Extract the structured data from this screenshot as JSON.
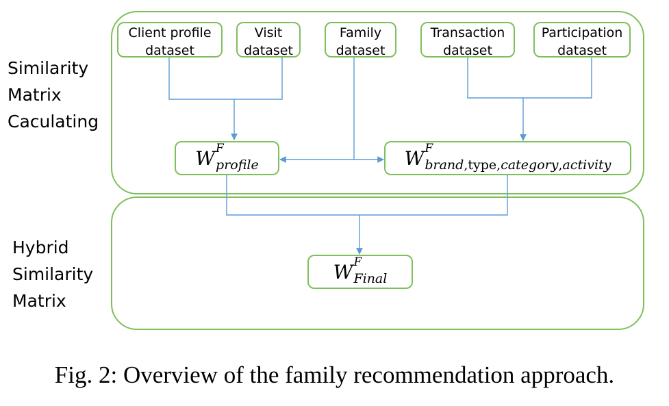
{
  "sections": {
    "similarity": [
      "Similarity",
      "Matrix",
      "Caculating"
    ],
    "hybrid": [
      "Hybrid",
      "Similarity",
      "Matrix"
    ]
  },
  "datasets": [
    {
      "line1": "Client profile",
      "line2": "dataset"
    },
    {
      "line1": "Visit",
      "line2": "dataset"
    },
    {
      "line1": "Family",
      "line2": "dataset"
    },
    {
      "line1": "Transaction",
      "line2": "dataset"
    },
    {
      "line1": "Participation",
      "line2": "dataset"
    }
  ],
  "matrices": {
    "profile": {
      "base": "W",
      "sup": "F",
      "sub": "profile"
    },
    "brand": {
      "base": "W",
      "sup": "F",
      "sub_parts": [
        "brand",
        ",type,",
        "category",
        ",",
        "activity"
      ]
    },
    "final": {
      "base": "W",
      "sup": "F",
      "sub": "Final"
    }
  },
  "caption": "Fig. 2: Overview of the family recommendation approach.",
  "colors": {
    "box_border": "#7fbf5a",
    "arrow": "#5b9bd5"
  }
}
